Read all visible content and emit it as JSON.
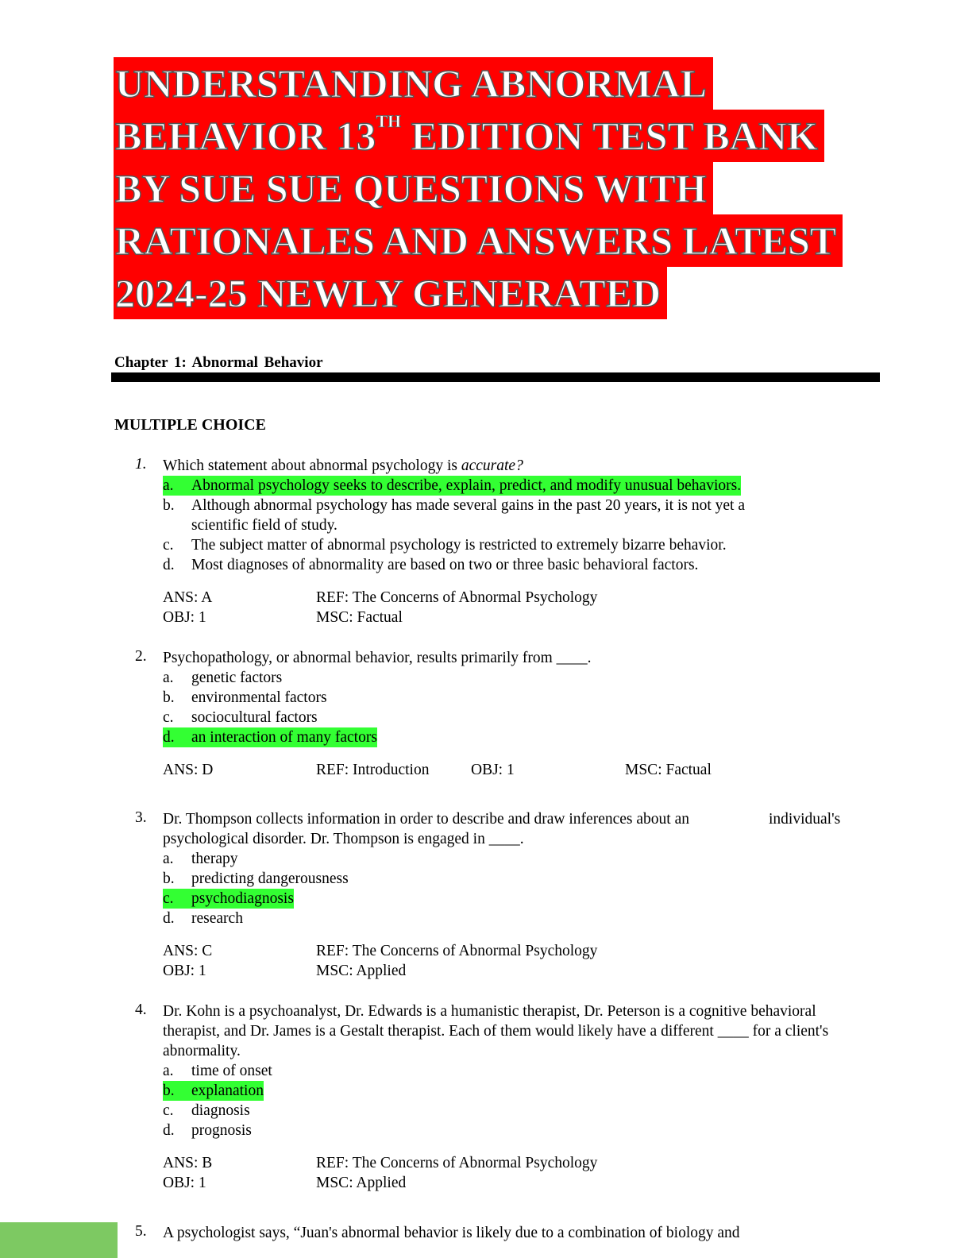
{
  "title": {
    "lines": [
      "UNDERSTANDING ABNORMAL",
      "BEHAVIOR 13",
      "BY SUE SUE QUESTIONS WITH",
      "RATIONALES AND ANSWERS LATEST",
      "2024-25 NEWLY GENERATED"
    ],
    "superscript": "TH",
    "line2_rest": " EDITION TEST BANK"
  },
  "chapter_heading": "Chapter 1: Abnormal Behavior",
  "section_heading": "MULTIPLE CHOICE",
  "colors": {
    "title_bg": "#ff0000",
    "answer_highlight": "#33ff33",
    "footer": "#7dc962"
  },
  "questions": [
    {
      "number": "1.",
      "stem_before": "Which statement about abnormal psychology is ",
      "stem_emph": "accurate?",
      "options": [
        {
          "letter": "a.",
          "text": "Abnormal psychology seeks to describe, explain, predict, and modify unusual behaviors."
        },
        {
          "letter": "b.",
          "text": "Although abnormal psychology has made several gains in the past 20 years, it is not yet a",
          "cont": "scientific field of study."
        },
        {
          "letter": "c.",
          "text": "The subject matter of abnormal psychology is restricted to extremely bizarre behavior."
        },
        {
          "letter": "d.",
          "text": "Most diagnoses of abnormality are based on two or three basic behavioral factors."
        }
      ],
      "ans": "ANS: A",
      "ref": "REF: The Concerns of Abnormal Psychology",
      "obj": "OBJ: 1",
      "msc": "MSC: Factual"
    },
    {
      "number": "2.",
      "stem": "Psychopathology, or abnormal behavior, results primarily from ____.",
      "options": [
        {
          "letter": "a.",
          "text": "genetic factors"
        },
        {
          "letter": "b.",
          "text": "environmental factors"
        },
        {
          "letter": "c.",
          "text": "sociocultural factors"
        },
        {
          "letter": "d.",
          "text": "an interaction of many factors"
        }
      ],
      "ans": "ANS: D",
      "ref": "REF: Introduction",
      "obj": "OBJ: 1",
      "msc": "MSC: Factual"
    },
    {
      "number": "3.",
      "stem": "Dr. Thompson collects information in order to describe and draw inferences about an",
      "stem_right": "individual's",
      "stem2": "psychological disorder. Dr. Thompson is engaged in ____.",
      "options": [
        {
          "letter": "a.",
          "text": "therapy"
        },
        {
          "letter": "b.",
          "text": "predicting dangerousness"
        },
        {
          "letter": "c.",
          "text": "psychodiagnosis"
        },
        {
          "letter": "d.",
          "text": "research"
        }
      ],
      "ans": "ANS: C",
      "ref": "REF: The Concerns of Abnormal Psychology",
      "obj": "OBJ: 1",
      "msc": "MSC: Applied"
    },
    {
      "number": "4.",
      "stem": "Dr. Kohn is a psychoanalyst, Dr. Edwards is a humanistic therapist, Dr. Peterson is a cognitive behavioral therapist, and Dr. James is a Gestalt therapist. Each of them would likely have a different ____ for a client's abnormality.",
      "options": [
        {
          "letter": "a.",
          "text": "time of onset"
        },
        {
          "letter": "b.",
          "text": "explanation"
        },
        {
          "letter": "c.",
          "text": "diagnosis"
        },
        {
          "letter": "d.",
          "text": "prognosis"
        }
      ],
      "ans": "ANS: B",
      "ref": "REF: The Concerns of Abnormal Psychology",
      "obj": "OBJ: 1",
      "msc": "MSC: Applied"
    },
    {
      "number": "5.",
      "stem": "A psychologist says, “Juan's abnormal behavior is likely due to a combination of biology and"
    }
  ]
}
